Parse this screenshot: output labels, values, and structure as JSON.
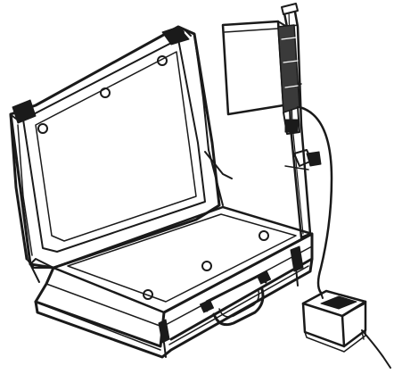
{
  "illustration": {
    "subject": "open-briefcase-copy-stand-with-lamp-and-power-adapter",
    "components": [
      "briefcase-lid",
      "briefcase-base",
      "briefcase-handle",
      "latches",
      "vertical-pole",
      "lamp-housing",
      "pole-clamp",
      "power-cable",
      "power-adapter"
    ],
    "colors": {
      "ink": "#1a1a1a",
      "paper": "#ffffff",
      "shade": "#3a3a3a"
    }
  }
}
